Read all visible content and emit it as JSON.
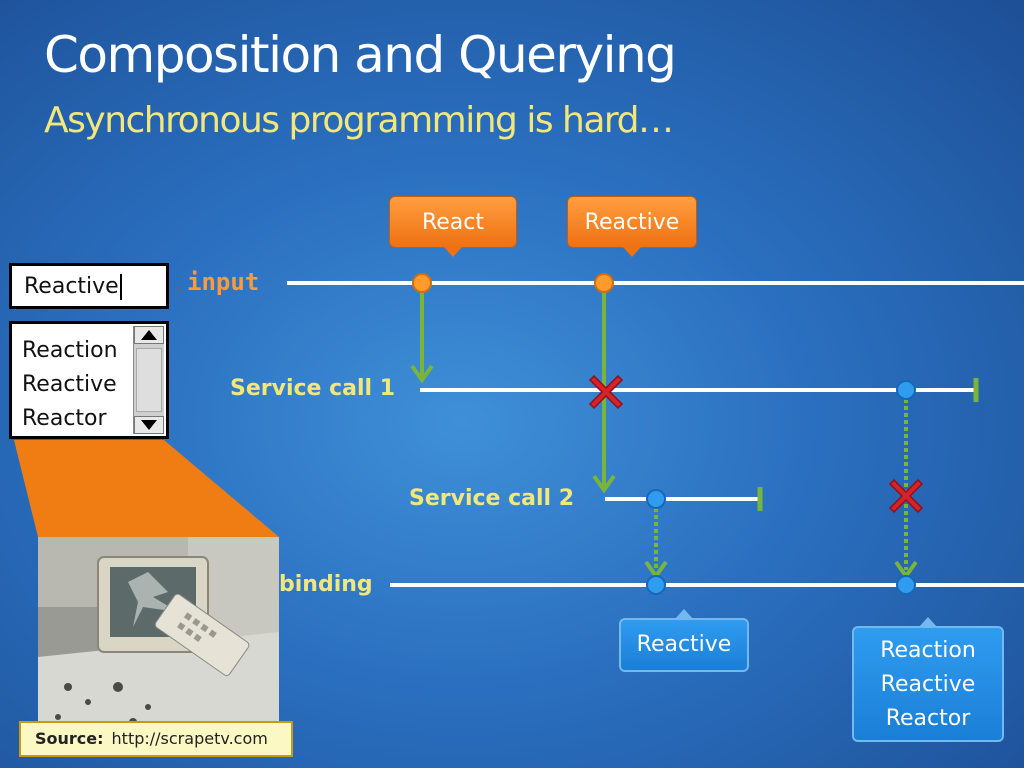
{
  "slide": {
    "title": "Composition and Querying",
    "subtitle": "Asynchronous programming is hard…"
  },
  "ui_mock": {
    "textbox_value": "Reactive",
    "list_items": [
      "Reaction",
      "Reactive",
      "Reactor"
    ]
  },
  "source": {
    "label": "Source:",
    "url": "http://scrapetv.com"
  },
  "diagram": {
    "streams": {
      "input": "input",
      "service1": "Service call 1",
      "service2": "Service call 2",
      "binding": "binding"
    },
    "input_events": [
      "React",
      "Reactive"
    ],
    "binding_outputs": {
      "first": "Reactive",
      "second": [
        "Reaction",
        "Reactive",
        "Reactor"
      ]
    },
    "colors": {
      "timeline": "#ffffff",
      "event_orange": "#ff9a2c",
      "event_blue": "#2f9cf0",
      "arrow_green": "#7ab53a",
      "cancel_red": "#d6222a",
      "label_yellow": "#f2e77a"
    }
  }
}
